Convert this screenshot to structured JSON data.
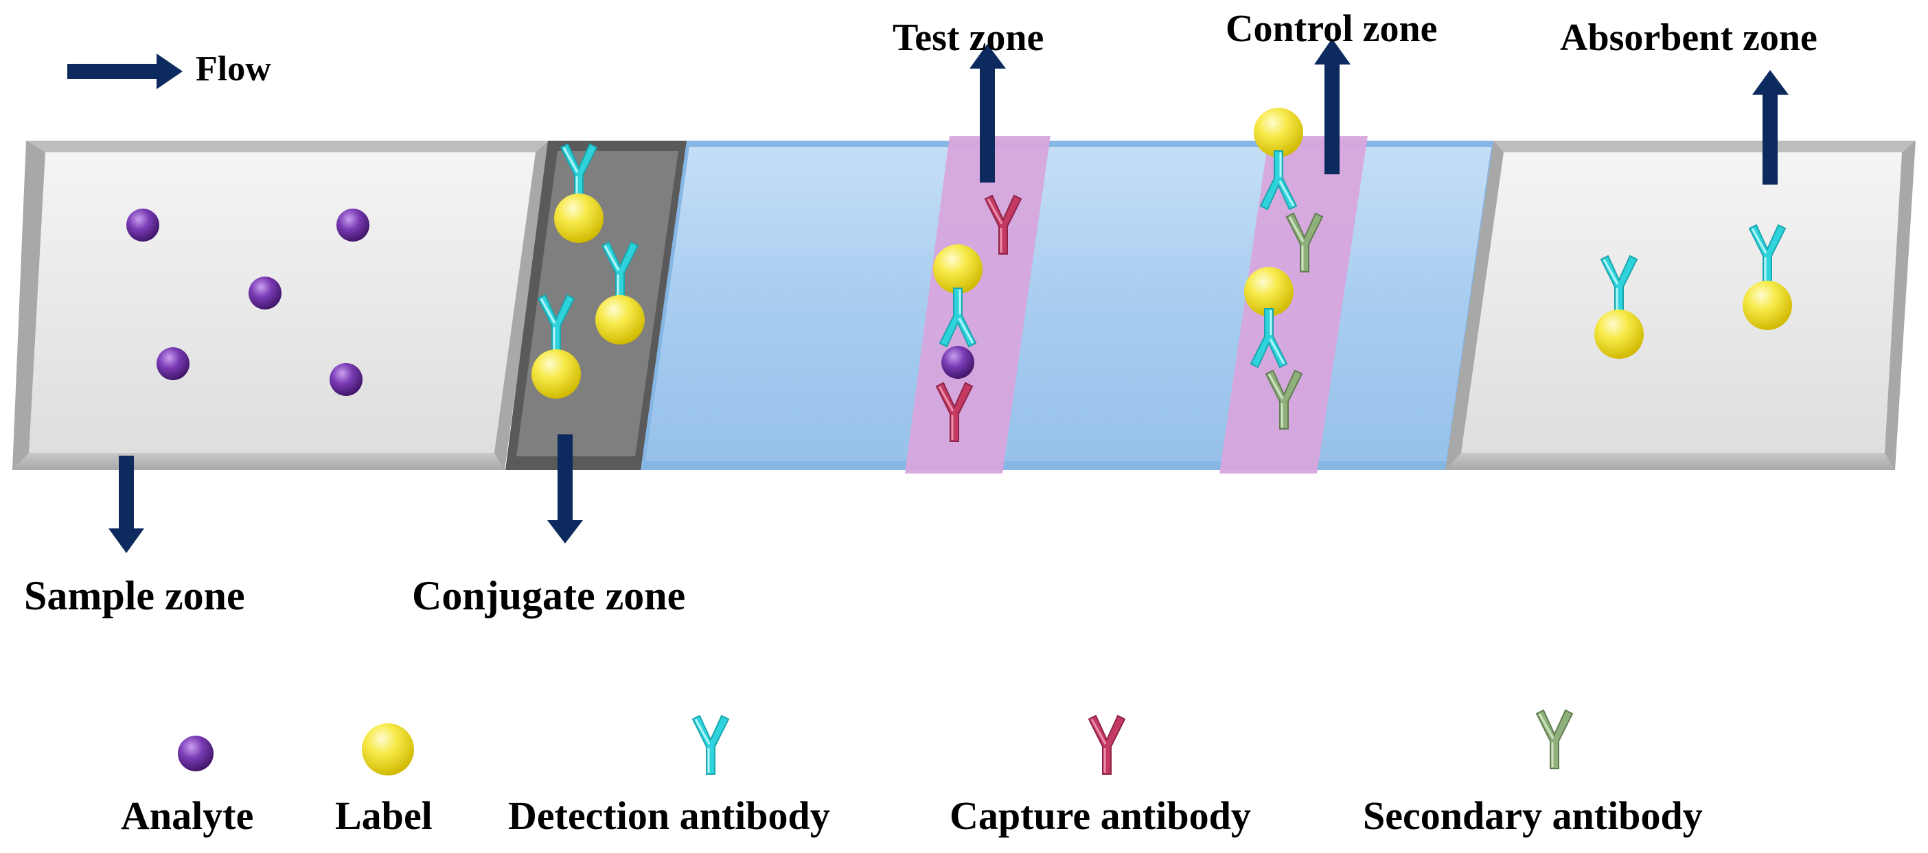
{
  "flow_label": "Flow",
  "zones": {
    "sample": "Sample zone",
    "conjugate": "Conjugate zone",
    "test": "Test zone",
    "control": "Control zone",
    "absorbent": "Absorbent zone"
  },
  "legend": {
    "analyte": "Analyte",
    "label": "Label",
    "detection_antibody": "Detection antibody",
    "capture_antibody": "Capture antibody",
    "secondary_antibody": "Secondary antibody"
  },
  "colors": {
    "arrow": "#0d2a5e",
    "sample_pad": "#d9d9d9",
    "conjugate_pad": "#7f7f7f",
    "membrane": "#a9cdf0",
    "test_control_line": "#d7a6dd",
    "analyte": "#6a2fa0",
    "label": "#f2e23a",
    "detection_antibody": "#2fd3dc",
    "capture_antibody": "#c43a63",
    "secondary_antibody": "#8fb07a"
  }
}
